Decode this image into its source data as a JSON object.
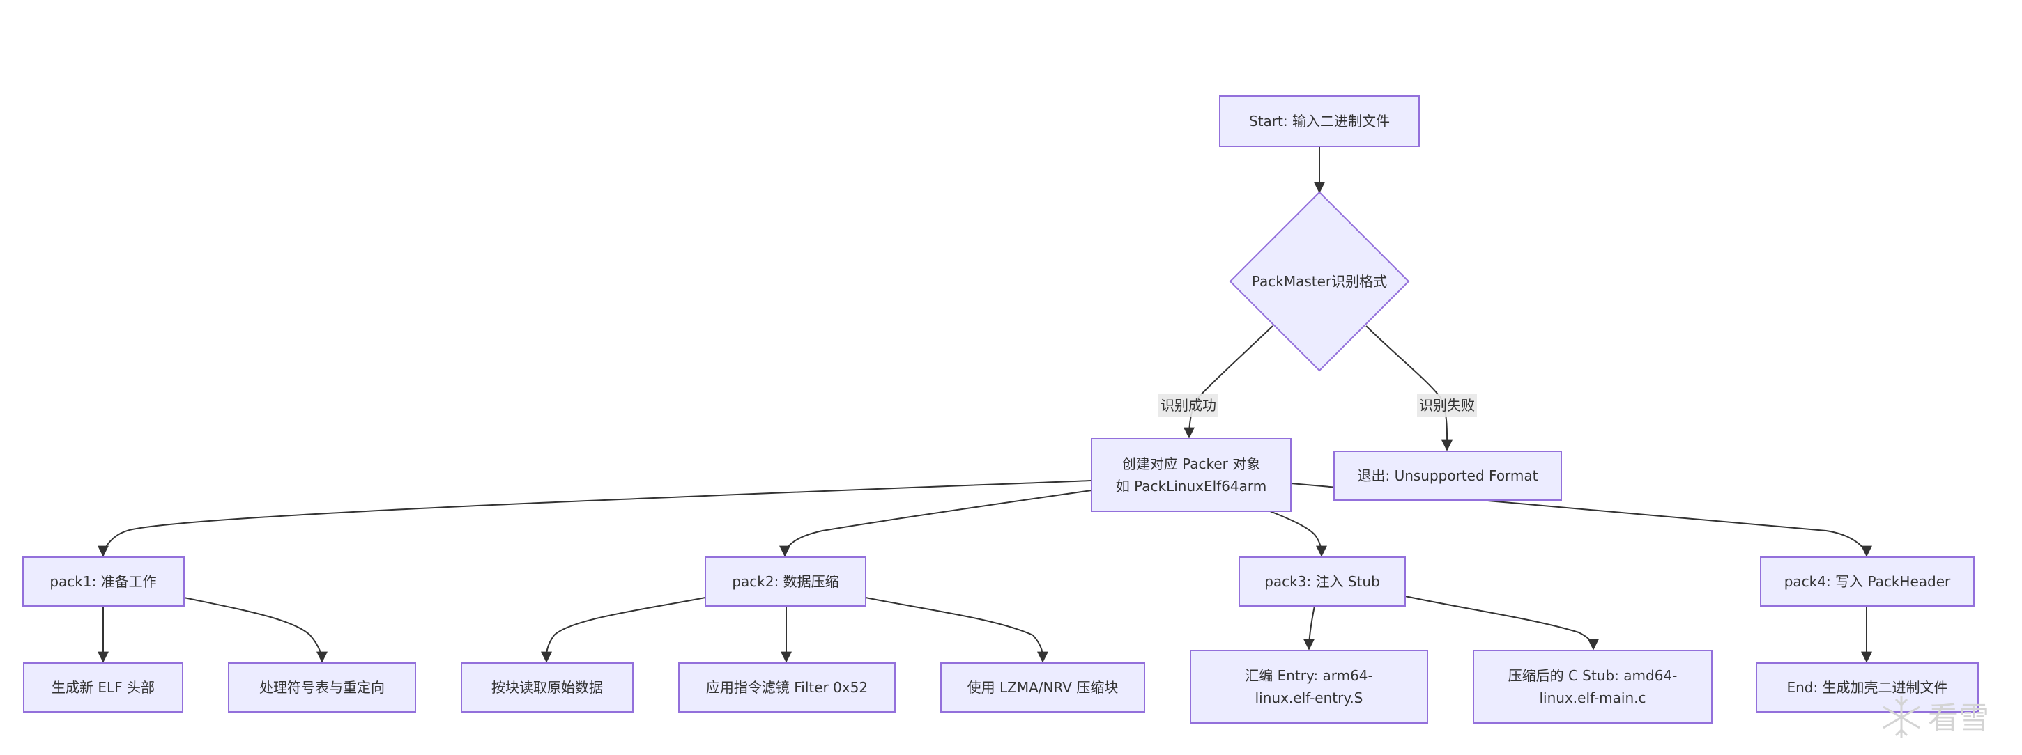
{
  "nodes": {
    "start": "Start: 输入二进制文件",
    "packmaster": "PackMaster识别格式",
    "create_line1": "创建对应 Packer 对象",
    "create_line2": "如 PackLinuxElf64arm",
    "exit": "退出: Unsupported Format",
    "pack1": "pack1: 准备工作",
    "pack2": "pack2: 数据压缩",
    "pack3": "pack3: 注入 Stub",
    "pack4": "pack4: 写入 PackHeader",
    "elf_header": "生成新 ELF 头部",
    "symbols": "处理符号表与重定向",
    "read_blocks": "按块读取原始数据",
    "filter": "应用指令滤镜 Filter 0x52",
    "compress": "使用 LZMA/NRV 压缩块",
    "entry_line1": "汇编 Entry: arm64-",
    "entry_line2": "linux.elf-entry.S",
    "cstub_line1": "压缩后的 C Stub: amd64-",
    "cstub_line2": "linux.elf-main.c",
    "end": "End: 生成加壳二进制文件"
  },
  "edge_labels": {
    "success": "识别成功",
    "failure": "识别失败"
  },
  "colors": {
    "node_fill": "#ECECFF",
    "node_stroke": "#9370DB",
    "edge": "#333333",
    "text": "#333333",
    "edge_label_bg": "#e8e8e8"
  },
  "watermark": {
    "text": "看雪",
    "icon": "snowflake-icon"
  }
}
